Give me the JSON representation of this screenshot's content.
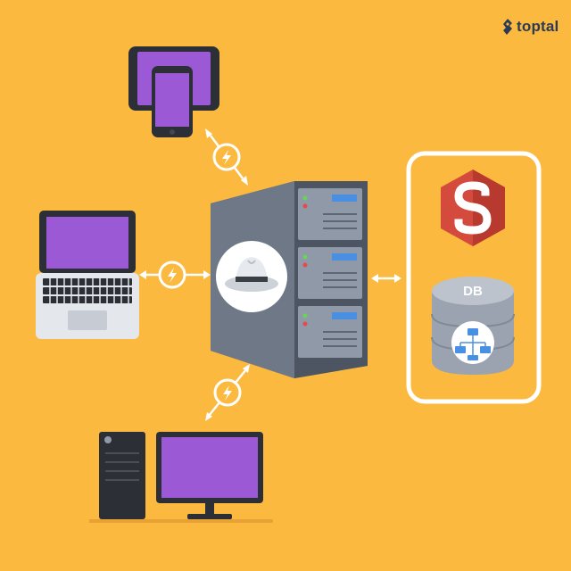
{
  "brand": {
    "logo_text": "toptal",
    "logo_icon": "toptal-logo-icon"
  },
  "database": {
    "label": "DB",
    "icon": "database-schema-icon"
  },
  "search_service": {
    "icon": "red-hexagon-s-logo"
  },
  "server": {
    "icon": "fedora-hat-icon",
    "unit_count": 3
  },
  "clients": [
    {
      "name": "tablet-and-phone"
    },
    {
      "name": "laptop"
    },
    {
      "name": "desktop-computer"
    }
  ],
  "colors": {
    "background": "#FBB93F",
    "device_screen": "#9B59D6",
    "server_body": "#5D6674",
    "server_rack": "#8F99A8",
    "server_led_green": "#6BD35A",
    "server_led_red": "#E84A4A",
    "hexagon_red": "#D44A3C",
    "database_gray": "#9AA3AF",
    "connection_white": "#FFFFFF",
    "logo_navy": "#2B3A55"
  }
}
